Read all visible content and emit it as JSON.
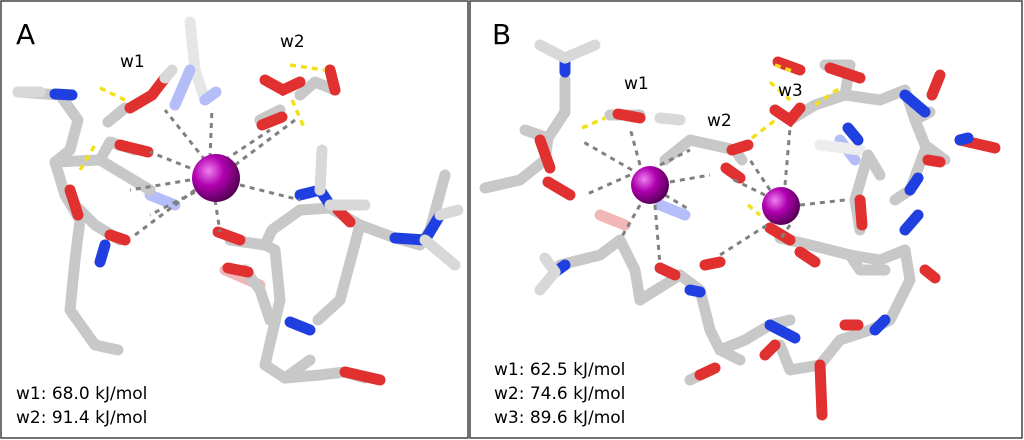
{
  "panels": [
    {
      "letter": "A",
      "water_labels": [
        "w1",
        "w2"
      ],
      "energies": [
        "w1: 68.0 kJ/mol",
        "w2: 91.4 kJ/mol"
      ]
    },
    {
      "letter": "B",
      "water_labels": [
        "w1",
        "w2",
        "w3"
      ],
      "energies": [
        "w1: 62.5 kJ/mol",
        "w2: 74.6 kJ/mol",
        "w3: 89.6 kJ/mol"
      ]
    }
  ],
  "colors": {
    "carbon": "#c8c8c8",
    "oxygen": "#e03030",
    "nitrogen": "#1f3fe0",
    "ion": "#9a009a",
    "hbond": "#f2e01a",
    "coordination": "#808080",
    "border": "#444444"
  },
  "icons": {
    "ion": "metal-ion-sphere"
  }
}
